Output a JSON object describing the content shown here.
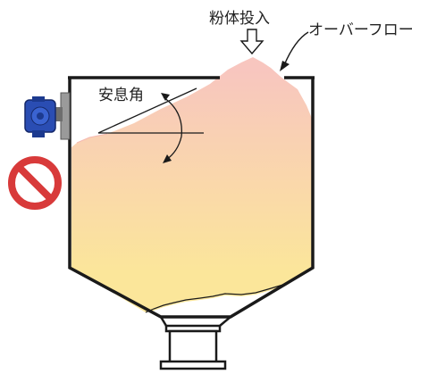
{
  "labels": {
    "powder_input": "粉体投入",
    "overflow": "オーバーフロー",
    "angle_of_repose": "安息角"
  },
  "colors": {
    "powder_top": "#f8c6bf",
    "powder_bottom": "#fbe69a",
    "outline": "#1a1a1a",
    "prohibited_red": "#d83a3a",
    "sensor_blue": "#2a4db3"
  },
  "icons": {
    "sensor": "level-sensor-icon",
    "prohibited": "prohibited-icon",
    "input_arrow": "down-arrow-icon"
  }
}
